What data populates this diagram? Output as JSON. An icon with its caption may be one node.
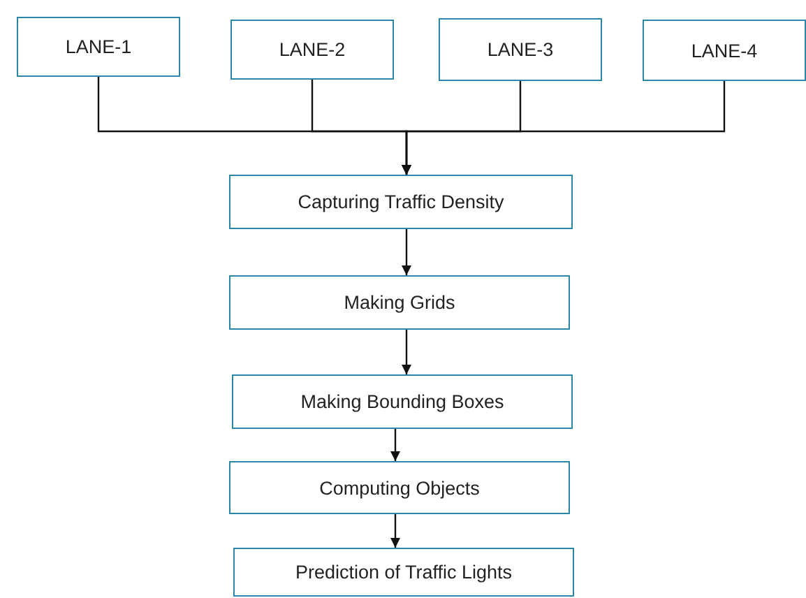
{
  "diagram": {
    "nodes": [
      {
        "text": [
          "LANE-1"
        ]
      },
      {
        "text": [
          "LANE-2"
        ]
      },
      {
        "text": [
          "LANE-3"
        ]
      },
      {
        "text": [
          "LANE-4"
        ]
      },
      {
        "text": [
          "Capturing Traffic Density"
        ]
      },
      {
        "text": [
          "Making Grids"
        ]
      },
      {
        "text": [
          "Making Bounding Boxes"
        ]
      },
      {
        "text": [
          "Computing Objects"
        ]
      },
      {
        "text": [
          "Prediction of Traffic Lights"
        ]
      }
    ],
    "edges": [
      {
        "from": 0,
        "to": 4,
        "arrow": "to"
      },
      {
        "from": 1,
        "to": 4,
        "arrow": "to"
      },
      {
        "from": 2,
        "to": 4,
        "arrow": "to"
      },
      {
        "from": 3,
        "to": 4,
        "arrow": "to"
      },
      {
        "from": 4,
        "to": 5,
        "arrow": "to"
      },
      {
        "from": 5,
        "to": 6,
        "arrow": "to"
      },
      {
        "from": 6,
        "to": 7,
        "arrow": "to"
      },
      {
        "from": 7,
        "to": 8,
        "arrow": "to"
      }
    ]
  }
}
